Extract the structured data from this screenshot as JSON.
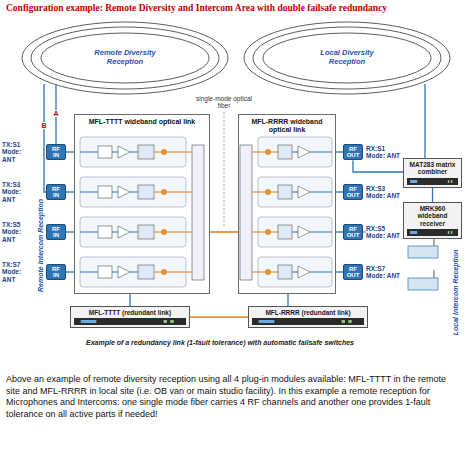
{
  "diagram": {
    "title": "Configuration example: Remote Diversity and Intercom Area with double failsafe redundancy",
    "caption": "Above an example of remote diversity reception using all 4 plug-in modules available: MFL-TTTT in the remote site and MFL-RRRR in local site (i.e. OB van or main studio facility). In this example a remote reception for Microphones and Intercoms: one single mode fiber carries 4 RF channels and another one provides 1-fault tolerance on all active parts if needed!",
    "nodes": [
      {
        "text": [
          "Remote Diversity Reception"
        ]
      },
      {
        "text": [
          "Local Diversity Reception"
        ]
      },
      {
        "text": [
          "MFL-TTTT wideband optical link"
        ]
      },
      {
        "text": [
          "MFL-RRRR wideband optical link"
        ]
      },
      {
        "text": [
          "RF IN"
        ]
      },
      {
        "text": [
          "RF IN"
        ]
      },
      {
        "text": [
          "RF IN"
        ]
      },
      {
        "text": [
          "RF IN"
        ]
      },
      {
        "text": [
          "RF OUT"
        ]
      },
      {
        "text": [
          "RF OUT"
        ]
      },
      {
        "text": [
          "RF OUT"
        ]
      },
      {
        "text": [
          "RF OUT"
        ]
      },
      {
        "text": [
          "MAT283 matrix combiner"
        ]
      },
      {
        "text": [
          "MRK960 wideband receiver"
        ]
      },
      {
        "text": [
          "MFL-TTTT (redundant link)"
        ]
      },
      {
        "text": [
          "MFL-RRRR (redundant link)"
        ]
      }
    ],
    "edges": [
      {
        "from": 0,
        "to": 4,
        "arrow": "none",
        "label": "A"
      },
      {
        "from": 0,
        "to": 5,
        "arrow": "none",
        "label": "B"
      },
      {
        "from": 4,
        "to": 2,
        "arrow": "none"
      },
      {
        "from": 5,
        "to": 2,
        "arrow": "none"
      },
      {
        "from": 6,
        "to": 2,
        "arrow": "none"
      },
      {
        "from": 7,
        "to": 2,
        "arrow": "none"
      },
      {
        "from": 2,
        "to": 3,
        "arrow": "none"
      },
      {
        "from": 3,
        "to": 8,
        "arrow": "none"
      },
      {
        "from": 3,
        "to": 9,
        "arrow": "none"
      },
      {
        "from": 3,
        "to": 10,
        "arrow": "none"
      },
      {
        "from": 3,
        "to": 11,
        "arrow": "none"
      },
      {
        "from": 8,
        "to": 12,
        "arrow": "none"
      },
      {
        "from": 1,
        "to": 12,
        "arrow": "none"
      },
      {
        "from": 12,
        "to": 13,
        "arrow": "none"
      },
      {
        "from": 2,
        "to": 14,
        "arrow": "none"
      },
      {
        "from": 3,
        "to": 15,
        "arrow": "none"
      },
      {
        "from": 14,
        "to": 15,
        "arrow": "none"
      }
    ],
    "labels": [
      "single-mode optical fiber",
      "TX:S1 Mode: ANT",
      "TX:S3 Mode: ANT",
      "TX:S5 Mode: ANT",
      "TX:S7 Mode: ANT",
      "RX:S1 Mode: ANT",
      "RX:S3 Mode: ANT",
      "RX:S5 Mode: ANT",
      "RX:S7 Mode: ANT",
      "Remote Intercom Reception",
      "Local Intercom Reception",
      "Example of a redundancy link (1-fault tolerance) with automatic failsafe switches"
    ]
  }
}
